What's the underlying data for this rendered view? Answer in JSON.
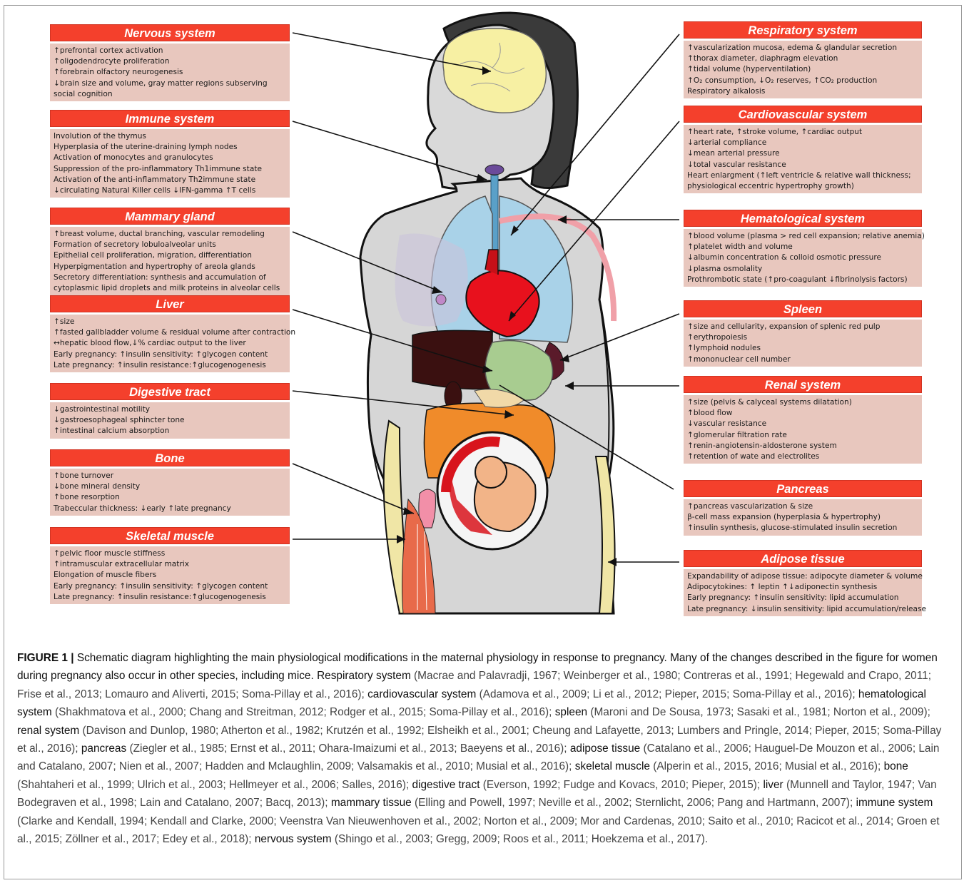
{
  "left_panels": [
    {
      "title": "Nervous system",
      "lines": [
        "↑prefrontal cortex activation",
        "↑oligodendrocyte proliferation",
        "↑forebrain olfactory neurogenesis",
        "↓brain size and volume, gray matter regions subserving",
        "social cognition"
      ]
    },
    {
      "title": "Immune system",
      "lines": [
        "Involution of the thymus",
        "Hyperplasia of the uterine-draining lymph nodes",
        "Activation of monocytes and granulocytes",
        "Suppression of the pro-inflammatory Th1immune state",
        "Activation of the anti-inflammatory Th2immune state",
        "↓circulating Natural Killer cells ↓IFN-gamma ↑T cells"
      ]
    },
    {
      "title": "Mammary gland",
      "lines": [
        "↑breast volume, ductal branching, vascular remodeling",
        "Formation of secretory lobuloalveolar units",
        "Epithelial cell proliferation, migration, differentiation",
        "Hyperpigmentation and hypertrophy of areola glands",
        "Secretory differentiation: synthesis and accumulation of",
        "cytoplasmic lipid droplets and milk proteins in alveolar cells"
      ]
    },
    {
      "title": "Liver",
      "lines": [
        "↑size",
        "↑fasted gallbladder volume & residual volume after contraction",
        "↔hepatic blood flow,↓% cardiac output to the liver",
        "Early pregnancy: ↑insulin sensitivity: ↑glycogen content",
        "Late pregnancy: ↑insulin resistance:↑glucogenogenesis"
      ]
    },
    {
      "title": "Digestive tract",
      "lines": [
        "↓gastrointestinal motility",
        "↓gastroesophageal sphincter tone",
        "↑intestinal calcium absorption"
      ]
    },
    {
      "title": "Bone",
      "lines": [
        "↑bone turnover",
        "↓bone mineral density",
        "↑bone resorption",
        "Trabeccular thickness: ↓early ↑late pregnancy"
      ]
    },
    {
      "title": "Skeletal muscle",
      "lines": [
        "↑pelvic floor muscle stiffness",
        "↑intramuscular extracellular matrix",
        "Elongation of muscle fibers",
        "Early pregnancy: ↑insulin sensitivity: ↑glycogen content",
        "Late pregnancy: ↑insulin resistance:↑glucogenogenesis"
      ]
    }
  ],
  "right_panels": [
    {
      "title": "Respiratory system",
      "lines": [
        "↑vascularization mucosa, edema & glandular secretion",
        "↑thorax diameter, diaphragm elevation",
        "↑tidal volume (hyperventilation)",
        "↑O₂ consumption, ↓O₂ reserves, ↑CO₂ production",
        "Respiratory alkalosis"
      ]
    },
    {
      "title": "Cardiovascular system",
      "lines": [
        "↑heart rate, ↑stroke volume, ↑cardiac output",
        "↓arterial compliance",
        "↓mean arterial pressure",
        "↓total vascular resistance",
        "Heart enlargment (↑left ventricle & relative wall thickness;",
        "physiological eccentric hypertrophy growth)"
      ]
    },
    {
      "title": "Hematological system",
      "lines": [
        "↑blood volume (plasma > red cell expansion; relative anemia)",
        "↑platelet width and volume",
        "↓albumin concentration & colloid osmotic pressure",
        "↓plasma osmolality",
        "Prothrombotic state (↑pro-coagulant ↓fibrinolysis factors)"
      ]
    },
    {
      "title": "Spleen",
      "lines": [
        "↑size and cellularity, expansion of splenic red pulp",
        "↑erythropoiesis",
        "↑lymphoid nodules",
        "↑mononuclear cell number"
      ]
    },
    {
      "title": "Renal system",
      "lines": [
        "↑size (pelvis & calyceal systems dilatation)",
        "↑blood flow",
        "↓vascular resistance",
        "↑glomerular filtration rate",
        "↑renin-angiotensin-aldosterone system",
        "↑retention of wate and electrolites"
      ]
    },
    {
      "title": "Pancreas",
      "lines": [
        "↑pancreas vascularization & size",
        "β-cell mass expansion (hyperplasia & hypertrophy)",
        "↑insulin synthesis, glucose-stimulated insulin secretion"
      ]
    },
    {
      "title": "Adipose tissue",
      "lines": [
        "Expandability of adipose tissue: adipocyte diameter & volume",
        "Adipocytokines: ↑ leptin ↑↓adiponectin synthesis",
        "Early pregnancy: ↑insulin sensitivity: lipid accumulation",
        "Late pregnancy: ↓insulin sensitivity: lipid accumulation/release"
      ]
    }
  ],
  "caption": {
    "label": "FIGURE 1 |",
    "intro": " Schematic diagram highlighting the main physiological modifications in the maternal physiology in response to pregnancy. Many of the changes described in the figure for women during pregnancy also occur in other species, including mice. ",
    "segments": [
      {
        "t": "Respiratory system",
        "r": " (Macrae and Palavradji, 1967; Weinberger et al., 1980; Contreras et al., 1991; Hegewald and Crapo, 2011; Frise et al., 2013; Lomauro and Aliverti, 2015; Soma-Pillay et al., 2016); "
      },
      {
        "t": "cardiovascular system",
        "r": " (Adamova et al., 2009; Li et al., 2012; Pieper, 2015; Soma-Pillay et al., 2016); "
      },
      {
        "t": "hematological system",
        "r": " (Shakhmatova et al., 2000; Chang and Streitman, 2012; Rodger et al., 2015; Soma-Pillay et al., 2016); "
      },
      {
        "t": "spleen",
        "r": " (Maroni and De Sousa, 1973; Sasaki et al., 1981; Norton et al., 2009); "
      },
      {
        "t": "renal system",
        "r": " (Davison and Dunlop, 1980; Atherton et al., 1982; Krutzén et al., 1992; Elsheikh et al., 2001; Cheung and Lafayette, 2013; Lumbers and Pringle, 2014; Pieper, 2015; Soma-Pillay et al., 2016); "
      },
      {
        "t": "pancreas",
        "r": " (Ziegler et al., 1985; Ernst et al., 2011; Ohara-Imaizumi et al., 2013; Baeyens et al., 2016); "
      },
      {
        "t": "adipose tissue",
        "r": " (Catalano et al., 2006; Hauguel-De Mouzon et al., 2006; Lain and Catalano, 2007; Nien et al., 2007; Hadden and Mclaughlin, 2009; Valsamakis et al., 2010; Musial et al., 2016); "
      },
      {
        "t": "skeletal muscle",
        "r": " (Alperin et al., 2015, 2016; Musial et al., 2016); "
      },
      {
        "t": "bone",
        "r": " (Shahtaheri et al., 1999; Ulrich et al., 2003; Hellmeyer et al., 2006; Salles, 2016); "
      },
      {
        "t": "digestive tract",
        "r": " (Everson, 1992; Fudge and Kovacs, 2010; Pieper, 2015); "
      },
      {
        "t": "liver",
        "r": " (Munnell and Taylor, 1947; Van Bodegraven et al., 1998; Lain and Catalano, 2007; Bacq, 2013); "
      },
      {
        "t": "mammary tissue",
        "r": " (Elling and Powell, 1997; Neville et al., 2002; Sternlicht, 2006; Pang and Hartmann, 2007); "
      },
      {
        "t": "immune system",
        "r": " (Clarke and Kendall, 1994; Kendall and Clarke, 2000; Veenstra Van Nieuwenhoven et al., 2002; Norton et al., 2009; Mor and Cardenas, 2010; Saito et al., 2010; Racicot et al., 2014; Groen et al., 2015; Zöllner et al., 2017; Edey et al., 2018); "
      },
      {
        "t": "nervous system",
        "r": " (Shingo et al., 2003; Gregg, 2009; Roos et al., 2011; Hoekzema et al., 2017)."
      }
    ]
  }
}
